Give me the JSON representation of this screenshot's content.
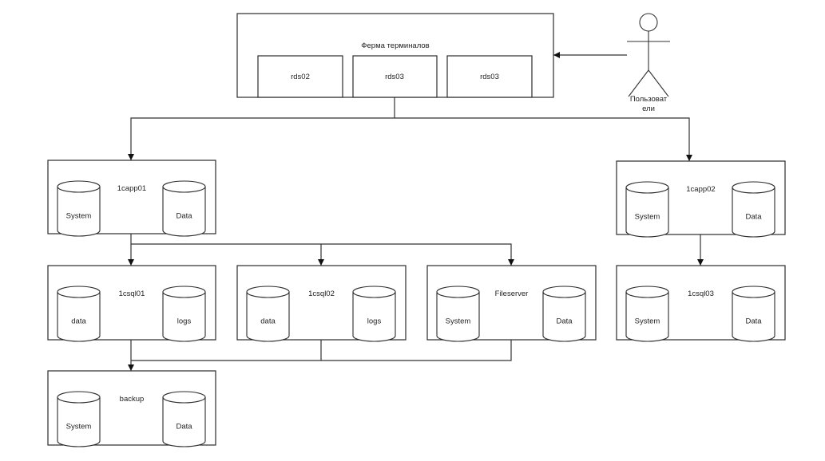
{
  "diagram": {
    "terminal_farm": {
      "label": "Ферма терминалов",
      "servers": [
        {
          "id": "rds02a",
          "label": "rds02"
        },
        {
          "id": "rds03a",
          "label": "rds03"
        },
        {
          "id": "rds03b",
          "label": "rds03"
        }
      ]
    },
    "actor": {
      "label_line1": "Пользоват",
      "label_line2": "ели"
    },
    "nodes": [
      {
        "id": "1capp01",
        "label": "1capp01",
        "disks": [
          "System",
          "Data"
        ]
      },
      {
        "id": "1capp02",
        "label": "1capp02",
        "disks": [
          "System",
          "Data"
        ]
      },
      {
        "id": "1csql01",
        "label": "1csql01",
        "disks": [
          "data",
          "logs"
        ]
      },
      {
        "id": "1csql02",
        "label": "1csql02",
        "disks": [
          "data",
          "logs"
        ]
      },
      {
        "id": "fileserver",
        "label": "Fileserver",
        "disks": [
          "System",
          "Data"
        ]
      },
      {
        "id": "1csql03",
        "label": "1csql03",
        "disks": [
          "System",
          "Data"
        ]
      },
      {
        "id": "backup",
        "label": "backup",
        "disks": [
          "System",
          "Data"
        ]
      }
    ],
    "edges": [
      {
        "from": "actor",
        "to": "terminal_farm"
      },
      {
        "from": "terminal_farm",
        "to": "1capp01"
      },
      {
        "from": "terminal_farm",
        "to": "1capp02"
      },
      {
        "from": "1capp01",
        "to": "1csql01"
      },
      {
        "from": "1capp01",
        "to": "1csql02"
      },
      {
        "from": "1capp01",
        "to": "fileserver"
      },
      {
        "from": "1capp02",
        "to": "1csql03"
      },
      {
        "from": "1csql01",
        "to": "backup"
      },
      {
        "from": "1csql02",
        "to": "backup"
      },
      {
        "from": "fileserver",
        "to": "backup"
      }
    ]
  }
}
